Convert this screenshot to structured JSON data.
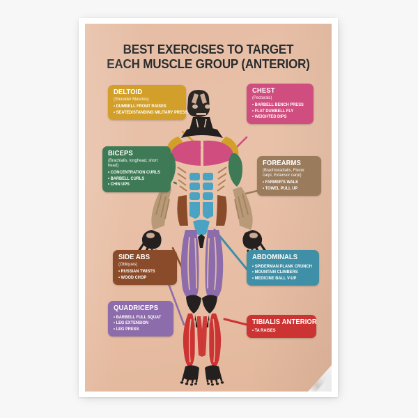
{
  "poster": {
    "title_line1": "BEST EXERCISES TO TARGET",
    "title_line2": "EACH MUSCLE GROUP (ANTERIOR)",
    "background_color": "#e7bfa5",
    "title_color": "#2b2b2b"
  },
  "labels": [
    {
      "id": "deltoid",
      "heading": "DELTOID",
      "subtitle": "(Shoulder Muscles)",
      "exercises": [
        "DUMBELL FRONT RAISES",
        "SEATED/STANDING MILITARY PRESS"
      ],
      "color": "#d2a02a"
    },
    {
      "id": "chest",
      "heading": "CHEST",
      "subtitle": "(Pectorals)",
      "exercises": [
        "BARBELL BENCH PRESS",
        "FLAT DUMBELL FLY",
        "WEIGHTED DIPS"
      ],
      "color": "#cf4d7f"
    },
    {
      "id": "biceps",
      "heading": "BICEPS",
      "subtitle": "(Brachialis, longhead, short head)",
      "exercises": [
        "CONCENTRATION CURLS",
        "BARBELL CURLS",
        "CHIN UPS"
      ],
      "color": "#3f7a56"
    },
    {
      "id": "forearms",
      "heading": "FOREARMS",
      "subtitle": "(Brachioradialis, Flexor carpi, Extensor carpi)",
      "exercises": [
        "FARMER'S WALK",
        "TOWEL PULL UP"
      ],
      "color": "#9a7css"
    },
    {
      "id": "side-abs",
      "heading": "SIDE ABS",
      "subtitle": "(Obliques)",
      "exercises": [
        "RUSSIAN TWISTS",
        "WOOD CHOP"
      ],
      "color": "#8a4b2a"
    },
    {
      "id": "abdominals",
      "heading": "ABDOMINALS",
      "subtitle": "",
      "exercises": [
        "SPIDERMAN PLANK CRUNCH",
        "MOUNTAIN CLIMBERS",
        "MEDICINE BALL V-UP"
      ],
      "color": "#3f8fa6"
    },
    {
      "id": "quadriceps",
      "heading": "QUADRICEPS",
      "subtitle": "",
      "exercises": [
        "BARBELL FULL SQUAT",
        "LEG EXTENSION",
        "LEG PRESS"
      ],
      "color": "#8d6cab"
    },
    {
      "id": "tibialis-anterior",
      "heading": "TIBIALIS ANTERIOR",
      "subtitle": "",
      "exercises": [
        "TA RAISES"
      ],
      "color": "#cc3333"
    }
  ],
  "figure": {
    "name": "anterior-muscle-anatomy-diagram",
    "muscle_colors": {
      "head_neck": "#23201f",
      "deltoid": "#d2a02a",
      "pectorals": "#cf4d7f",
      "biceps": "#3f7a56",
      "forearm": "#b89a78",
      "abdominals": "#4ba3c3",
      "obliques": "#8a4b2a",
      "quadriceps": "#8d6cab",
      "tibialis_anterior": "#cc3333",
      "hands_feet": "#23201f",
      "skin": "#e9c2a8"
    }
  }
}
